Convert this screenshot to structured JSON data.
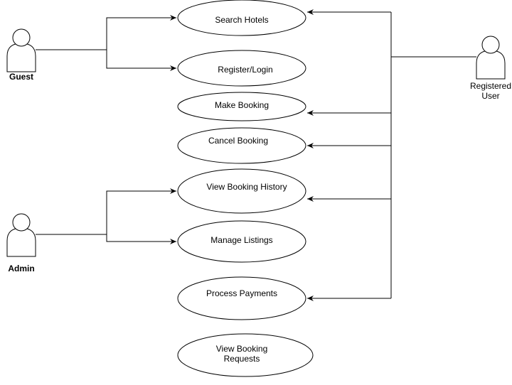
{
  "actors": {
    "guest": {
      "label": "Guest"
    },
    "admin": {
      "label": "Admin"
    },
    "registered_user": {
      "label_lines": [
        "Registered",
        "User"
      ]
    }
  },
  "use_cases": {
    "search_hotels": {
      "lines": [
        "Search Hotels"
      ]
    },
    "register_login": {
      "lines": [
        "Register/Login"
      ]
    },
    "make_booking": {
      "lines": [
        "Make Booking"
      ]
    },
    "cancel_booking": {
      "lines": [
        "Cancel Booking"
      ]
    },
    "view_booking_history": {
      "lines": [
        "View Booking History"
      ]
    },
    "manage_listings": {
      "lines": [
        "Manage Listings"
      ]
    },
    "process_payments": {
      "lines": [
        "Process Payments"
      ]
    },
    "view_booking_requests": {
      "lines": [
        "View Booking",
        "Requests"
      ]
    }
  },
  "associations": [
    {
      "from": "guest",
      "to": "search_hotels"
    },
    {
      "from": "guest",
      "to": "register_login"
    },
    {
      "from": "admin",
      "to": "view_booking_history"
    },
    {
      "from": "admin",
      "to": "manage_listings"
    },
    {
      "from": "registered_user",
      "to": "search_hotels"
    },
    {
      "from": "registered_user",
      "to": "make_booking"
    },
    {
      "from": "registered_user",
      "to": "cancel_booking"
    },
    {
      "from": "registered_user",
      "to": "view_booking_history"
    },
    {
      "from": "registered_user",
      "to": "process_payments"
    }
  ],
  "colors": {
    "stroke": "#000000",
    "fill": "#ffffff"
  }
}
